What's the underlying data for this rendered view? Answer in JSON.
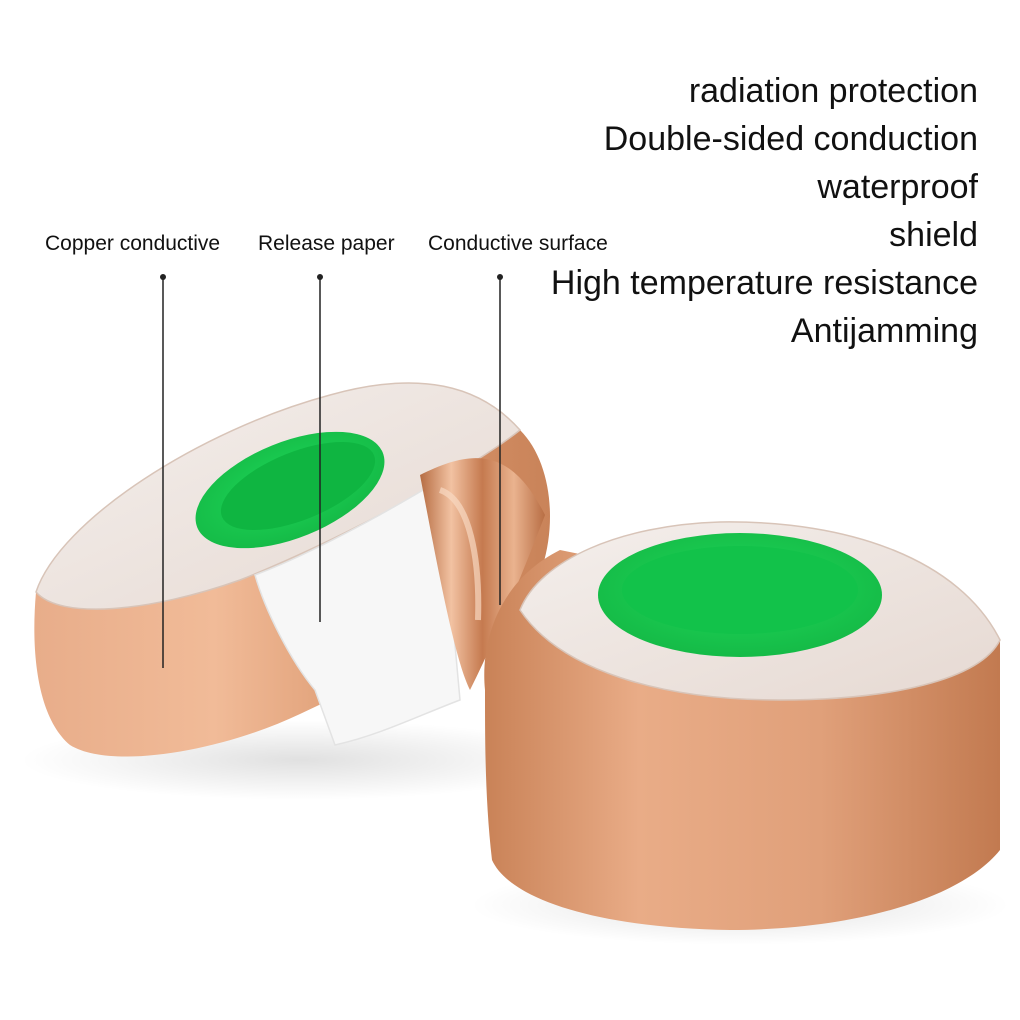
{
  "features": [
    "radiation protection",
    "Double-sided conduction",
    "waterproof",
    "shield",
    "High temperature resistance",
    "Antijamming"
  ],
  "callouts": [
    "Copper conductive",
    "Release paper",
    "Conductive surface"
  ],
  "colors": {
    "copper": "#e2a27c",
    "copper_dark": "#c47e55",
    "core_green": "#22e060",
    "paper": "#f6f6f6",
    "background": "#ffffff"
  }
}
